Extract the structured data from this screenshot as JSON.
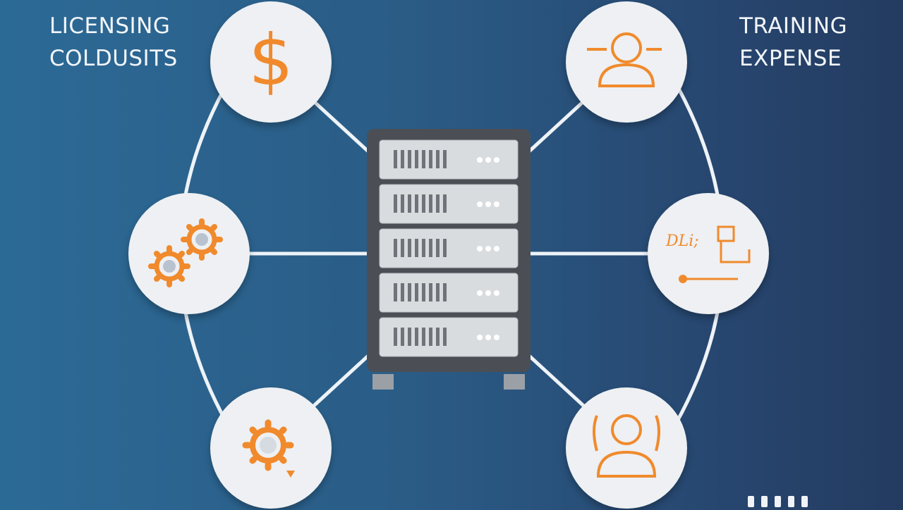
{
  "labels": {
    "left": [
      "LICENSING",
      "COLDUSITS"
    ],
    "right": [
      "TRAINING",
      "EXPENSE"
    ]
  },
  "icons": {
    "top_left": "dollar-icon",
    "mid_left": "gears-icon",
    "bottom_left": "gear-icon",
    "top_right": "user-icon",
    "mid_right": "tools-icon",
    "bottom_right": "user-raised-icon",
    "center": "server-rack-icon"
  },
  "doodle_text": "DLi;",
  "colors": {
    "accent": "#f08a2c",
    "node_bg": "#eef0f3",
    "connector": "#eef3f8"
  }
}
